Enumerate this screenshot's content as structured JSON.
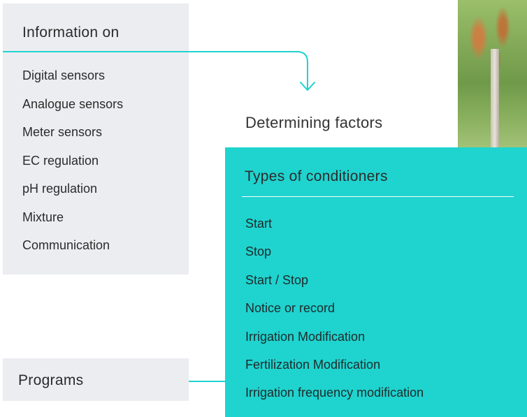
{
  "info": {
    "title": "Information on",
    "items": [
      "Digital sensors",
      "Analogue sensors",
      "Meter sensors",
      "EC regulation",
      "pH regulation",
      "Mixture",
      "Communication"
    ]
  },
  "factors": {
    "label": "Determining factors"
  },
  "conditioners": {
    "title": "Types of conditioners",
    "items": [
      "Start",
      "Stop",
      "Start / Stop",
      "Notice or record",
      "Irrigation Modification",
      "Fertilization Modification",
      "Irrigation frequency modification"
    ]
  },
  "programs": {
    "label": "Programs"
  },
  "colors": {
    "accent": "#1fd3cf",
    "panel": "#ecedf1",
    "text": "#2b2b2b"
  },
  "icons": [
    "connector-arrow-down-icon",
    "connector-arrow-left-icon"
  ]
}
